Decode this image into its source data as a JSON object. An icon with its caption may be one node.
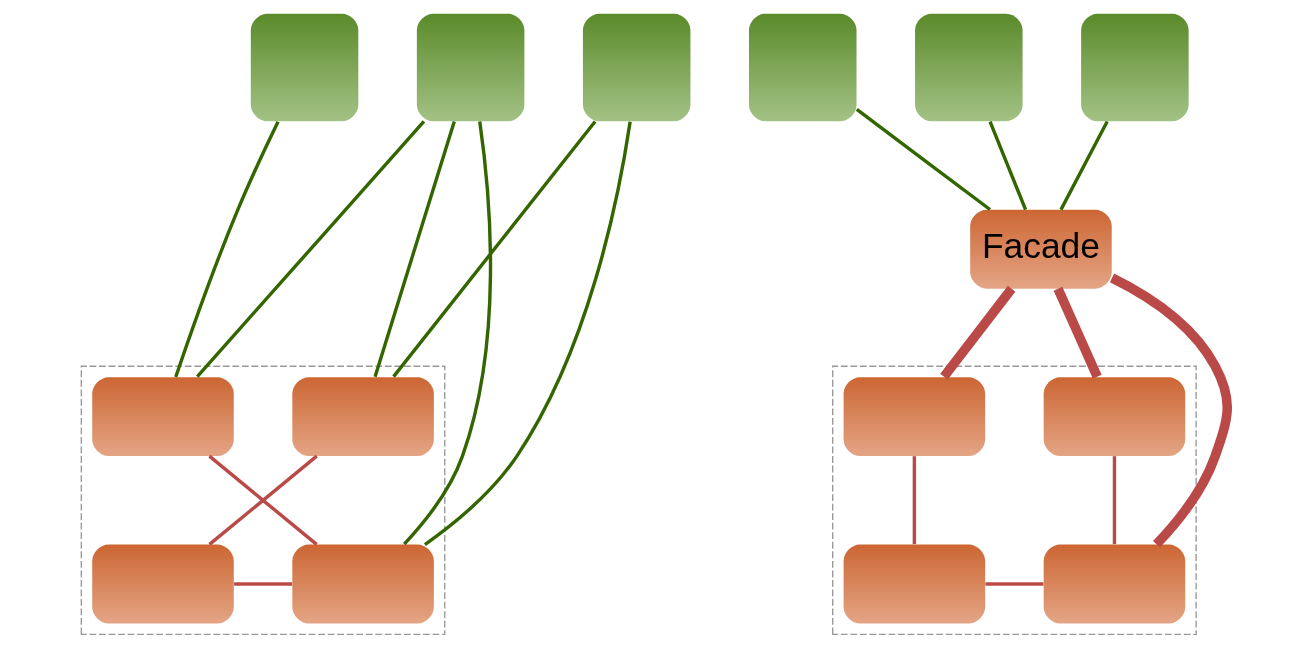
{
  "diagram": {
    "nodes": [
      {
        "text": [],
        "shape": "box"
      },
      {
        "text": [],
        "shape": "box"
      },
      {
        "text": [],
        "shape": "box"
      },
      {
        "text": [],
        "shape": "box"
      },
      {
        "text": [],
        "shape": "box",
        "in": 3
      },
      {
        "text": [],
        "shape": "box",
        "in": 3
      },
      {
        "text": [],
        "shape": "box",
        "in": 3
      },
      {
        "text": [],
        "shape": "box",
        "in": 3
      },
      {
        "text": [],
        "shape": "box"
      },
      {
        "text": [],
        "shape": "box"
      },
      {
        "text": [],
        "shape": "box"
      },
      {
        "text": [
          "Facade"
        ]
      },
      {
        "text": [],
        "shape": "box"
      },
      {
        "text": [],
        "shape": "box",
        "in": 12
      },
      {
        "text": [],
        "shape": "box",
        "in": 12
      },
      {
        "text": [],
        "shape": "box",
        "in": 12
      },
      {
        "text": [],
        "shape": "box",
        "in": 12
      }
    ],
    "edges": [
      {
        "from": 0,
        "to": 4,
        "arrow": "none",
        "color": "#336600"
      },
      {
        "from": 1,
        "to": 4,
        "arrow": "none",
        "color": "#336600"
      },
      {
        "from": 1,
        "to": 6,
        "arrow": "none",
        "color": "#336600"
      },
      {
        "from": 1,
        "to": 5,
        "arrow": "none",
        "color": "#336600"
      },
      {
        "from": 2,
        "to": 6,
        "arrow": "none",
        "color": "#336600"
      },
      {
        "from": 2,
        "to": 5,
        "arrow": "none",
        "color": "#336600"
      },
      {
        "from": 4,
        "to": 6,
        "arrow": "none",
        "color": "#b94a48"
      },
      {
        "from": 5,
        "to": 7,
        "arrow": "none",
        "color": "#b94a48"
      },
      {
        "from": 6,
        "to": 7,
        "arrow": "none",
        "color": "#b94a48"
      },
      {
        "from": 8,
        "to": 11,
        "arrow": "none",
        "color": "#336600"
      },
      {
        "from": 9,
        "to": 11,
        "arrow": "none",
        "color": "#336600"
      },
      {
        "from": 10,
        "to": 11,
        "arrow": "none",
        "color": "#336600"
      },
      {
        "from": 11,
        "to": 13,
        "arrow": "none",
        "style": "thick",
        "color": "#b94a48"
      },
      {
        "from": 11,
        "to": 15,
        "arrow": "none",
        "style": "thick",
        "color": "#b94a48"
      },
      {
        "from": 11,
        "to": 14,
        "arrow": "none",
        "style": "thick",
        "color": "#b94a48"
      },
      {
        "from": 13,
        "to": 15,
        "arrow": "none",
        "color": "#b94a48"
      },
      {
        "from": 14,
        "to": 16,
        "arrow": "none",
        "color": "#b94a48"
      },
      {
        "from": 15,
        "to": 16,
        "arrow": "none",
        "color": "#b94a48"
      }
    ]
  }
}
